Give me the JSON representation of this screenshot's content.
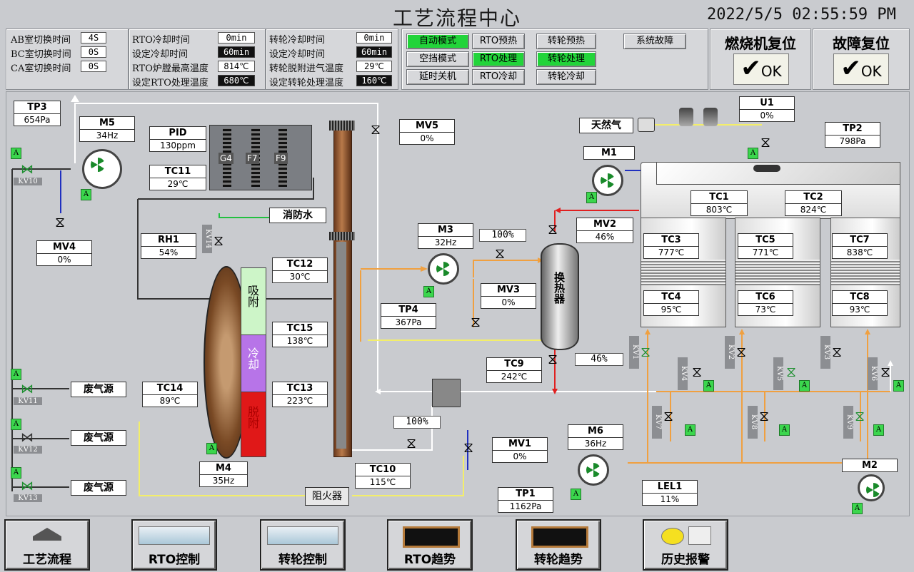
{
  "header": {
    "title": "工艺流程中心",
    "datetime": "2022/5/5 02:55:59 PM"
  },
  "switch_panel": [
    {
      "label": "AB室切换时间",
      "value": "4S"
    },
    {
      "label": "BC室切换时间",
      "value": "0S"
    },
    {
      "label": "CA室切换时间",
      "value": "0S"
    }
  ],
  "rto_panel": [
    {
      "label": "RTO冷却时间",
      "value": "0min",
      "dark": false
    },
    {
      "label": "设定冷却时间",
      "value": "60min",
      "dark": true
    },
    {
      "label": "RTO炉膛最高温度",
      "value": "814℃",
      "dark": false
    },
    {
      "label": "设定RTO处理温度",
      "value": "680℃",
      "dark": true
    }
  ],
  "wheel_panel": [
    {
      "label": "转轮冷却时间",
      "value": "0min",
      "dark": false
    },
    {
      "label": "设定冷却时间",
      "value": "60min",
      "dark": true
    },
    {
      "label": "转轮脱附进气温度",
      "value": "29℃",
      "dark": false
    },
    {
      "label": "设定转轮处理温度",
      "value": "160℃",
      "dark": true
    }
  ],
  "mode_buttons": {
    "auto": "自动模式",
    "rto_preheat": "RTO预热",
    "wheel_preheat": "转轮预热",
    "system_fault": "系统故障",
    "idle": "空挡模式",
    "rto_process": "RTO处理",
    "wheel_process": "转轮处理",
    "delay_off": "延时关机",
    "rto_cool": "RTO冷却",
    "wheel_cool": "转轮冷却"
  },
  "reset": {
    "burner_label": "燃烧机复位",
    "fault_label": "故障复位",
    "ok": "OK"
  },
  "tags": {
    "TP3": {
      "name": "TP3",
      "value": "654Pa"
    },
    "M5": {
      "name": "M5",
      "value": "34Hz"
    },
    "PID": {
      "name": "PID",
      "value": "130ppm"
    },
    "TC11": {
      "name": "TC11",
      "value": "29℃"
    },
    "MV5": {
      "name": "MV5",
      "value": "0%"
    },
    "U1": {
      "name": "U1",
      "value": "0%"
    },
    "TP2": {
      "name": "TP2",
      "value": "798Pa"
    },
    "M1": {
      "name": "M1"
    },
    "MV4": {
      "name": "MV4",
      "value": "0%"
    },
    "RH1": {
      "name": "RH1",
      "value": "54%"
    },
    "M3": {
      "name": "M3",
      "value": "32Hz"
    },
    "MV2": {
      "name": "MV2",
      "value": "46%"
    },
    "TC1": {
      "name": "TC1",
      "value": "803℃"
    },
    "TC2": {
      "name": "TC2",
      "value": "824℃"
    },
    "TC3": {
      "name": "TC3",
      "value": "777℃"
    },
    "TC5": {
      "name": "TC5",
      "value": "771℃"
    },
    "TC7": {
      "name": "TC7",
      "value": "838℃"
    },
    "TC4": {
      "name": "TC4",
      "value": "95℃"
    },
    "TC6": {
      "name": "TC6",
      "value": "73℃"
    },
    "TC8": {
      "name": "TC8",
      "value": "93℃"
    },
    "TC12": {
      "name": "TC12",
      "value": "30℃"
    },
    "TC15": {
      "name": "TC15",
      "value": "138℃"
    },
    "TC13": {
      "name": "TC13",
      "value": "223℃"
    },
    "TC14": {
      "name": "TC14",
      "value": "89℃"
    },
    "MV3": {
      "name": "MV3",
      "value": "0%"
    },
    "TP4": {
      "name": "TP4",
      "value": "367Pa"
    },
    "TC9": {
      "name": "TC9",
      "value": "242℃"
    },
    "M4": {
      "name": "M4",
      "value": "35Hz"
    },
    "TC10": {
      "name": "TC10",
      "value": "115℃"
    },
    "MV1": {
      "name": "MV1",
      "value": "0%"
    },
    "M6": {
      "name": "M6",
      "value": "36Hz"
    },
    "TP1": {
      "name": "TP1",
      "value": "1162Pa"
    },
    "LEL1": {
      "name": "LEL1",
      "value": "11%"
    },
    "M2": {
      "name": "M2"
    }
  },
  "percent_boxes": {
    "mv_top": "100%",
    "mv2_out": "46%",
    "mv1_top": "100%"
  },
  "labels": {
    "gas": "天然气",
    "fire_water": "消防水",
    "heat_exchanger": "换热器",
    "adsorb": "吸附",
    "cool": "冷却",
    "desorb": "脱附",
    "exhaust1": "废气源",
    "exhaust2": "废气源",
    "exhaust3": "废气源",
    "flame_arrester": "阻火器",
    "g4": "G4",
    "f7": "F7",
    "f9": "F9",
    "kv10": "KV10",
    "kv11": "KV11",
    "kv12": "KV12",
    "kv13": "KV13",
    "kv14": "KV14",
    "kv1": "KV1",
    "kv2": "KV2",
    "kv3": "KV3",
    "kv4": "KV4",
    "kv5": "KV5",
    "kv6": "KV6",
    "kv7": "KV7",
    "kv8": "KV8",
    "kv9": "KV9",
    "auto_flag": "A"
  },
  "nav": [
    "工艺流程",
    "RTO控制",
    "转轮控制",
    "RTO趋势",
    "转轮趋势",
    "历史报警"
  ],
  "colors": {
    "active_green": "#22d43a",
    "pipe_orange": "#f0a040",
    "pipe_red": "#e02020",
    "pipe_white": "#ffffff",
    "pipe_yellow": "#f3ee6a"
  }
}
